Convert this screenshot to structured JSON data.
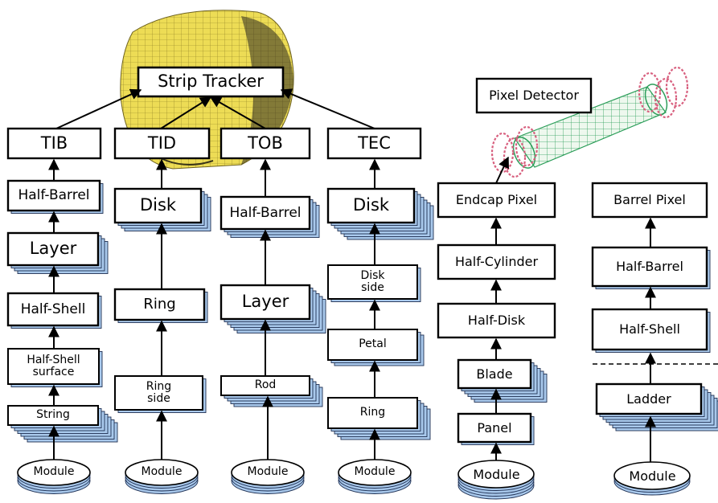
{
  "colors": {
    "stack": "#a9c9ec",
    "stack_border": "#1e2f52",
    "box_border": "#000000",
    "tracker_yellow": "#e9d84a",
    "pixel_green": "#2a9d58",
    "pixel_red": "#d8607f"
  },
  "strip": {
    "root": "Strip Tracker",
    "tib": {
      "title": "TIB",
      "levels": [
        "Half-Barrel",
        "Layer",
        "Half-Shell",
        "Half-Shell\nsurface",
        "String"
      ],
      "module": "Module"
    },
    "tid": {
      "title": "TID",
      "levels": [
        "Disk",
        "Ring",
        "Ring\nside"
      ],
      "module": "Module"
    },
    "tob": {
      "title": "TOB",
      "levels": [
        "Half-Barrel",
        "Layer",
        "Rod"
      ],
      "module": "Module"
    },
    "tec": {
      "title": "TEC",
      "levels": [
        "Disk",
        "Disk\nside",
        "Petal",
        "Ring"
      ],
      "module": "Module"
    }
  },
  "pixel": {
    "root": "Pixel Detector",
    "endcap": {
      "title": "Endcap Pixel",
      "levels": [
        "Half-Cylinder",
        "Half-Disk",
        "Blade",
        "Panel"
      ],
      "module": "Module"
    },
    "barrel": {
      "title": "Barrel Pixel",
      "levels": [
        "Half-Barrel",
        "Half-Shell",
        "Ladder"
      ],
      "module": "Module"
    }
  }
}
